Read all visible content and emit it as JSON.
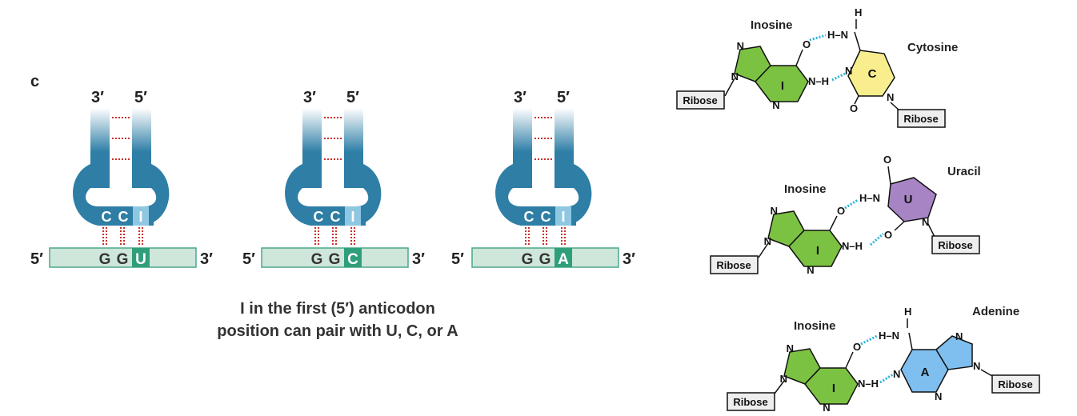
{
  "panel_letter": "c",
  "loops": [
    {
      "left_end": "3′",
      "right_end": "5′",
      "anticodon": [
        "C",
        "C",
        "I"
      ],
      "mrna_left": "5′",
      "mrna_right": "3′",
      "mrna_bases": [
        "G",
        "G"
      ],
      "wobble_base": "U"
    },
    {
      "left_end": "3′",
      "right_end": "5′",
      "anticodon": [
        "C",
        "C",
        "I"
      ],
      "mrna_left": "5′",
      "mrna_right": "3′",
      "mrna_bases": [
        "G",
        "G"
      ],
      "wobble_base": "C"
    },
    {
      "left_end": "3′",
      "right_end": "5′",
      "anticodon": [
        "C",
        "C",
        "I"
      ],
      "mrna_left": "5′",
      "mrna_right": "3′",
      "mrna_bases": [
        "G",
        "G"
      ],
      "wobble_base": "A"
    }
  ],
  "caption": {
    "line1": "I in the first (5′) anticodon",
    "line2": "position can pair with U, C, or A"
  },
  "pairs": [
    {
      "name_left": "Inosine",
      "name_right": "Cytosine",
      "letter_left": "I",
      "letter_right": "C",
      "ribose": "Ribose"
    },
    {
      "name_left": "Inosine",
      "name_right": "Uracil",
      "letter_left": "I",
      "letter_right": "U",
      "ribose": "Ribose"
    },
    {
      "name_left": "Inosine",
      "name_right": "Adenine",
      "letter_left": "I",
      "letter_right": "A",
      "ribose": "Ribose"
    }
  ],
  "atoms": {
    "N": "N",
    "O": "O",
    "H": "H",
    "NH": "N–H",
    "HN": "H–N"
  },
  "colors": {
    "trna": "#2e7ea6",
    "mrna_fill": "#cfe6da",
    "mrna_stroke": "#4aa98a",
    "wobble_fill": "#2f9e7b",
    "pair_line": "#c9302c",
    "inosine": "#7cc242",
    "cytosine": "#f8ee8e",
    "uracil": "#a784c4",
    "adenine": "#7fbff0",
    "hbond": "#2bb3d8"
  }
}
